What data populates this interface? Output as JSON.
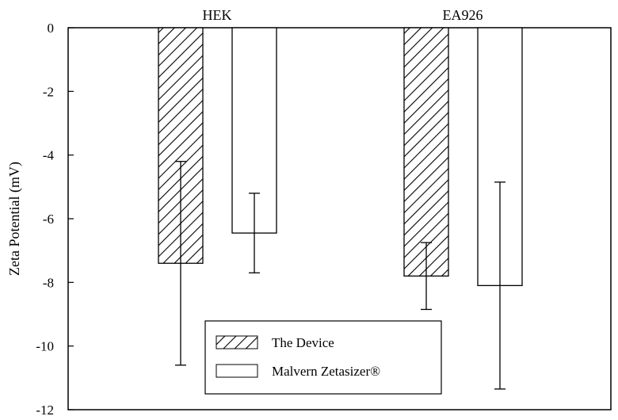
{
  "chart_data": {
    "type": "bar",
    "title": "",
    "xlabel": "",
    "ylabel": "Zeta Potential (mV)",
    "ylim": [
      -12,
      0
    ],
    "yticks": [
      "0",
      "-2",
      "-4",
      "-6",
      "-8",
      "-10",
      "-12"
    ],
    "ytick_values": [
      0,
      -2,
      -4,
      -6,
      -8,
      -10,
      -12
    ],
    "categories": [
      "HEK",
      "EA926"
    ],
    "category_axis_position": "top",
    "grid": false,
    "legend_position": "bottom-center",
    "series": [
      {
        "name": "The Device",
        "pattern": "diagonal-hatch",
        "values": [
          -7.4,
          -7.8
        ],
        "error_low": [
          -10.6,
          -8.85
        ],
        "error_high": [
          -4.2,
          -6.75
        ]
      },
      {
        "name": "Malvern Zetasizer®",
        "pattern": "hollow",
        "values": [
          -6.45,
          -8.1
        ],
        "error_low": [
          -7.7,
          -11.35
        ],
        "error_high": [
          -5.2,
          -4.85
        ]
      }
    ]
  }
}
